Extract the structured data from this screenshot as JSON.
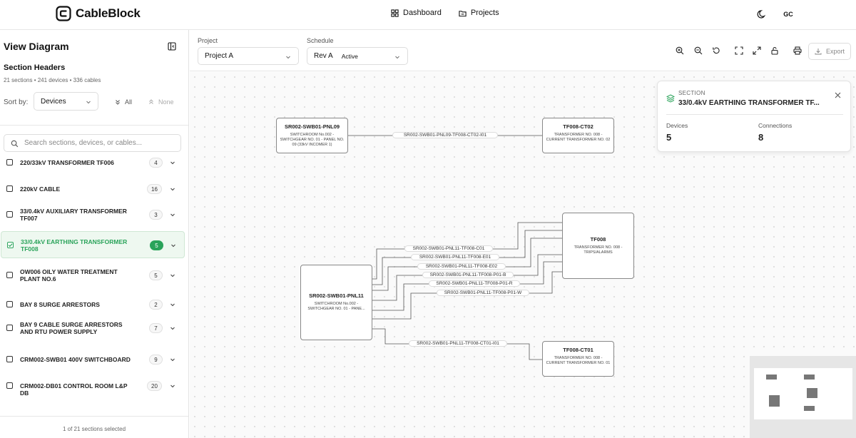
{
  "app": {
    "name": "CableBlock"
  },
  "nav": [
    {
      "label": "Dashboard",
      "icon": "grid-icon"
    },
    {
      "label": "Projects",
      "icon": "folder-icon"
    }
  ],
  "user": {
    "initials": "GC"
  },
  "sidebar": {
    "title": "View Diagram",
    "subtitle": "Section Headers",
    "stats": "21 sections • 241 devices • 336 cables",
    "sort_label": "Sort by:",
    "sort_value": "Devices",
    "all_label": "All",
    "none_label": "None",
    "search_placeholder": "Search sections, devices, or cables...",
    "sections": [
      {
        "label": "220/33kV TRANSFORMER TF006",
        "count": "4",
        "selected": false
      },
      {
        "label": "220kV CABLE",
        "count": "16",
        "selected": false
      },
      {
        "label": "33/0.4kV AUXILIARY TRANSFORMER TF007",
        "count": "3",
        "selected": false
      },
      {
        "label": "33/0.4kV EARTHING TRANSFORMER TF008",
        "count": "5",
        "selected": true
      },
      {
        "label": "OW006 OILY WATER TREATMENT PLANT NO.6",
        "count": "5",
        "selected": false
      },
      {
        "label": "BAY 8 SURGE ARRESTORS",
        "count": "2",
        "selected": false
      },
      {
        "label": "BAY 9 CABLE SURGE ARRESTORS AND RTU POWER SUPPLY",
        "count": "7",
        "selected": false
      },
      {
        "label": "CRM002-SWB01 400V SWITCHBOARD",
        "count": "9",
        "selected": false
      },
      {
        "label": "CRM002-DB01 CONTROL ROOM L&P DB",
        "count": "20",
        "selected": false
      }
    ],
    "footer": "1 of 21 sections selected"
  },
  "toolbar": {
    "project_label": "Project",
    "project_value": "Project A",
    "schedule_label": "Schedule",
    "schedule_value": "Rev A",
    "schedule_status": "Active",
    "tools": [
      "zoom-in-icon",
      "zoom-out-icon",
      "reset-icon",
      "fit-view-icon",
      "expand-icon",
      "unlock-icon",
      "print-icon"
    ],
    "export_label": "Export"
  },
  "diagram": {
    "nodes": [
      {
        "id": "SR002-SWB01-PNL09",
        "title": "SR002-SWB01-PNL09",
        "desc": "SWITCHROOM No.002 - SWITCHGEAR NO. 01 - PANEL NO. 09 (33kV INCOMER 1)"
      },
      {
        "id": "TF008-CT02",
        "title": "TF008-CT02",
        "desc": "TRANSFORMER NO. 008 - CURRENT TRANSFORMER NO. 02"
      },
      {
        "id": "TF008",
        "title": "TF008",
        "desc": "TRANSFORMER NO. 008 - TRIPS/ALARMS"
      },
      {
        "id": "SR002-SWB01-PNL11",
        "title": "SR002-SWB01-PNL11",
        "desc": "SWITCHROOM No.002 - SWITCHGEAR NO. 01 - PANE..."
      },
      {
        "id": "TF008-CT01",
        "title": "TF008-CT01",
        "desc": "TRANSFORMER NO. 008 - CURRENT TRANSFORMER NO. 01"
      }
    ],
    "cables": [
      "SR002-SWB01-PNL09-TF008-CT02-I01",
      "SR002-SWB01-PNL11-TF008-C01",
      "SR002-SWB01-PNL11-TF008-E01",
      "SR002-SWB01-PNL11-TF008-E02",
      "SR002-SWB01-PNL11-TF008-P01-B",
      "SR002-SWB01-PNL11-TF008-P01-R",
      "SR002-SWB01-PNL11-TF008-P01-W",
      "SR002-SWB01-PNL11-TF008-CT01-I01"
    ]
  },
  "info_card": {
    "kicker": "SECTION",
    "title": "33/0.4kV EARTHING TRANSFORMER TF...",
    "devices_label": "Devices",
    "devices_value": "5",
    "connections_label": "Connections",
    "connections_value": "8"
  },
  "colors": {
    "accent": "#2aa35a",
    "border": "#e3e3e3",
    "edge": "#555555"
  }
}
